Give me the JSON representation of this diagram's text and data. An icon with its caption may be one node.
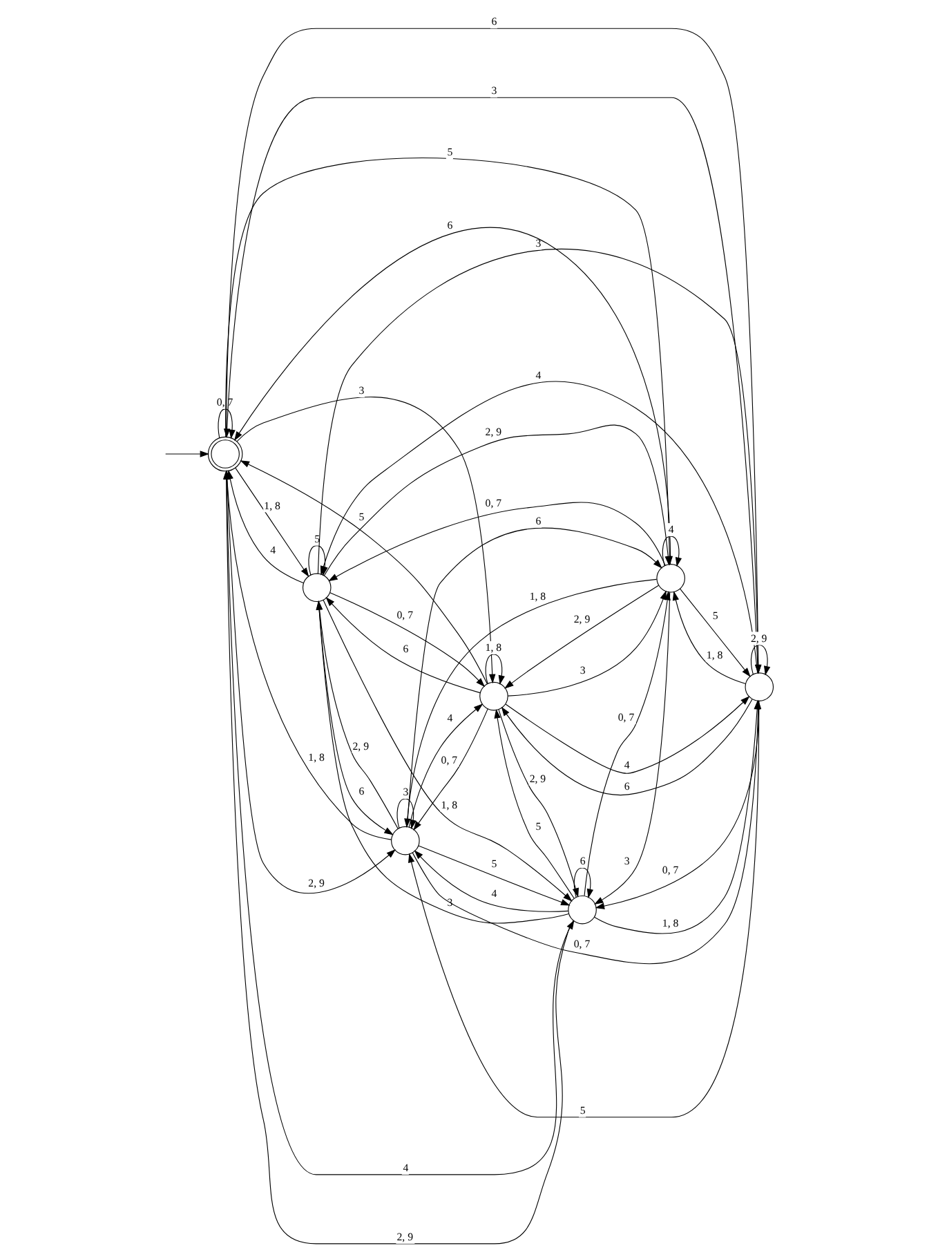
{
  "diagram": {
    "nodes": [
      {
        "text": [],
        "shape": "doublecircle"
      },
      {
        "text": [],
        "shape": "circle"
      },
      {
        "text": [],
        "shape": "circle"
      },
      {
        "text": [],
        "shape": "circle"
      },
      {
        "text": [],
        "shape": "circle"
      },
      {
        "text": [],
        "shape": "circle"
      },
      {
        "text": [],
        "shape": "circle"
      }
    ],
    "edges": [
      {
        "from": null,
        "to": 0,
        "arrow": "to"
      },
      {
        "from": 0,
        "to": 0,
        "arrow": "to",
        "label": "0, 7"
      },
      {
        "from": 0,
        "to": 1,
        "arrow": "to",
        "label": "1, 8"
      },
      {
        "from": 0,
        "to": 6,
        "arrow": "to",
        "label": "2, 9"
      },
      {
        "from": 0,
        "to": 5,
        "arrow": "to",
        "label": "3"
      },
      {
        "from": 0,
        "to": 4,
        "arrow": "to",
        "label": "4"
      },
      {
        "from": 0,
        "to": 3,
        "arrow": "to",
        "label": "5"
      },
      {
        "from": 0,
        "to": 2,
        "arrow": "to",
        "label": "6"
      },
      {
        "from": 1,
        "to": 5,
        "arrow": "to",
        "label": "0, 7"
      },
      {
        "from": 1,
        "to": 4,
        "arrow": "to",
        "label": "1, 8"
      },
      {
        "from": 1,
        "to": 3,
        "arrow": "to",
        "label": "2, 9"
      },
      {
        "from": 1,
        "to": 2,
        "arrow": "to",
        "label": "3"
      },
      {
        "from": 1,
        "to": 0,
        "arrow": "to",
        "label": "4"
      },
      {
        "from": 1,
        "to": 1,
        "arrow": "to",
        "label": "5"
      },
      {
        "from": 1,
        "to": 6,
        "arrow": "to",
        "label": "6"
      },
      {
        "from": 6,
        "to": 2,
        "arrow": "to",
        "label": "0, 7"
      },
      {
        "from": 6,
        "to": 0,
        "arrow": "to",
        "label": "1, 8"
      },
      {
        "from": 6,
        "to": 1,
        "arrow": "to",
        "label": "2, 9"
      },
      {
        "from": 6,
        "to": 6,
        "arrow": "to",
        "label": "3"
      },
      {
        "from": 6,
        "to": 5,
        "arrow": "to",
        "label": "4"
      },
      {
        "from": 6,
        "to": 4,
        "arrow": "to",
        "label": "5"
      },
      {
        "from": 6,
        "to": 3,
        "arrow": "to",
        "label": "6"
      },
      {
        "from": 5,
        "to": 6,
        "arrow": "to",
        "label": "0, 7"
      },
      {
        "from": 5,
        "to": 5,
        "arrow": "to",
        "label": "1, 8"
      },
      {
        "from": 5,
        "to": 4,
        "arrow": "to",
        "label": "2, 9"
      },
      {
        "from": 5,
        "to": 3,
        "arrow": "to",
        "label": "3"
      },
      {
        "from": 5,
        "to": 2,
        "arrow": "to",
        "label": "4"
      },
      {
        "from": 5,
        "to": 0,
        "arrow": "to",
        "label": "5"
      },
      {
        "from": 5,
        "to": 1,
        "arrow": "to",
        "label": "6"
      },
      {
        "from": 4,
        "to": 3,
        "arrow": "to",
        "label": "0, 7"
      },
      {
        "from": 4,
        "to": 2,
        "arrow": "to",
        "label": "1, 8"
      },
      {
        "from": 4,
        "to": 0,
        "arrow": "to",
        "label": "2, 9"
      },
      {
        "from": 4,
        "to": 1,
        "arrow": "to",
        "label": "3"
      },
      {
        "from": 4,
        "to": 6,
        "arrow": "to",
        "label": "4"
      },
      {
        "from": 4,
        "to": 5,
        "arrow": "to",
        "label": "5"
      },
      {
        "from": 4,
        "to": 4,
        "arrow": "to",
        "label": "6"
      },
      {
        "from": 3,
        "to": 1,
        "arrow": "to",
        "label": "0, 7"
      },
      {
        "from": 3,
        "to": 6,
        "arrow": "to",
        "label": "1, 8"
      },
      {
        "from": 3,
        "to": 5,
        "arrow": "to",
        "label": "2, 9"
      },
      {
        "from": 3,
        "to": 4,
        "arrow": "to",
        "label": "3"
      },
      {
        "from": 3,
        "to": 3,
        "arrow": "to",
        "label": "4"
      },
      {
        "from": 3,
        "to": 2,
        "arrow": "to",
        "label": "5"
      },
      {
        "from": 3,
        "to": 0,
        "arrow": "to",
        "label": "6"
      },
      {
        "from": 2,
        "to": 4,
        "arrow": "to",
        "label": "0, 7"
      },
      {
        "from": 2,
        "to": 3,
        "arrow": "to",
        "label": "1, 8"
      },
      {
        "from": 2,
        "to": 2,
        "arrow": "to",
        "label": "2, 9"
      },
      {
        "from": 2,
        "to": 0,
        "arrow": "to",
        "label": "3"
      },
      {
        "from": 2,
        "to": 1,
        "arrow": "to",
        "label": "4"
      },
      {
        "from": 2,
        "to": 6,
        "arrow": "to",
        "label": "5"
      },
      {
        "from": 2,
        "to": 5,
        "arrow": "to",
        "label": "6"
      }
    ]
  }
}
